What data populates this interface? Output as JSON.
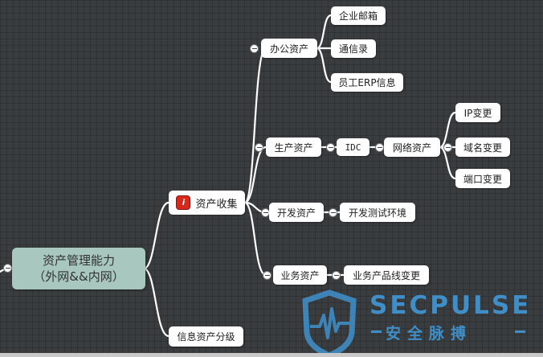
{
  "root": {
    "line1": "资产管理能力",
    "line2": "（外网&&内网）"
  },
  "collect": {
    "label": "资产收集",
    "icon": "fire-icon",
    "icon_glyph": "i"
  },
  "office": {
    "label": "办公资产",
    "children": [
      "企业邮箱",
      "通信录",
      "员工ERP信息"
    ]
  },
  "production": {
    "label": "生产资产",
    "idc": "IDC",
    "network": {
      "label": "网络资产",
      "children": [
        "IP变更",
        "域名变更",
        "端口变更"
      ]
    }
  },
  "dev": {
    "label": "开发资产",
    "child": "开发测试环境"
  },
  "business": {
    "label": "业务资产",
    "child": "业务产品线变更"
  },
  "classify": {
    "label": "信息资产分级"
  },
  "watermark": {
    "brand": "SECPULSE",
    "subtitle": "安全脉搏",
    "color": "#3f8ec8"
  },
  "colors": {
    "background": "#3a3d3f",
    "root": "#a8c7bf",
    "node": "#ffffff",
    "link": "#ffffff"
  }
}
